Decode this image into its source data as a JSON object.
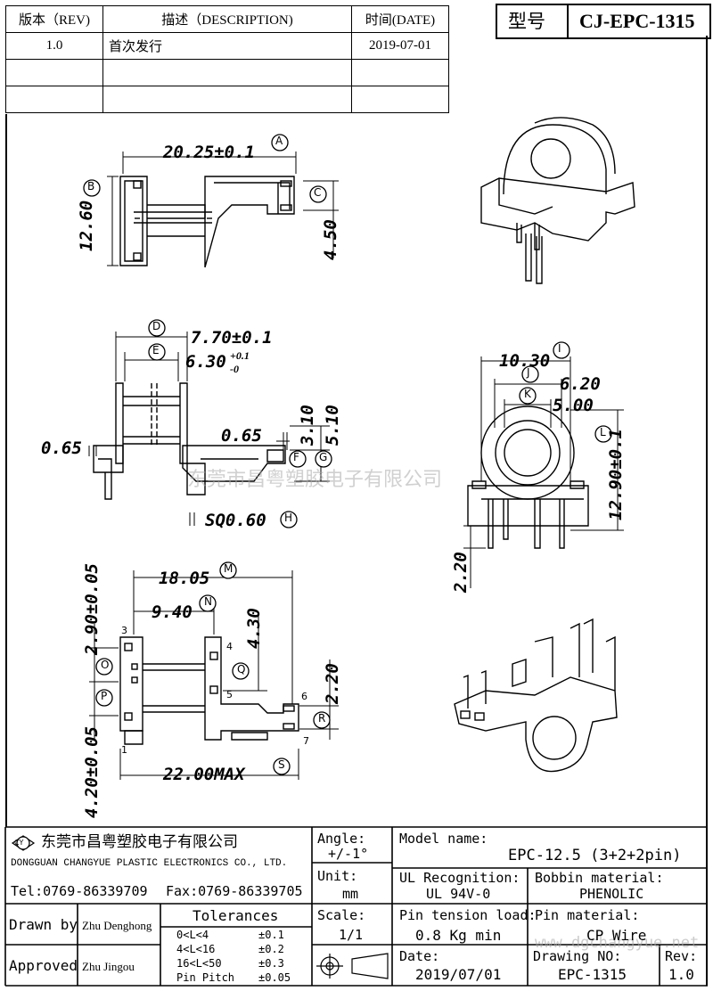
{
  "revision_table": {
    "headers": {
      "rev": "版本（REV)",
      "desc": "描述（DESCRIPTION)",
      "date": "时间(DATE)"
    },
    "rows": [
      {
        "rev": "1.0",
        "desc": "首次发行",
        "date": "2019-07-01"
      },
      {
        "rev": "",
        "desc": "",
        "date": ""
      },
      {
        "rev": "",
        "desc": "",
        "date": ""
      }
    ]
  },
  "model_box": {
    "label": "型号",
    "value": "CJ-EPC-1315"
  },
  "dimensions": {
    "A": "20.25±0.1",
    "A_tag": "A",
    "B_tag": "B",
    "B": "12.60",
    "C_tag": "C",
    "C": "4.50",
    "D": "7.70±0.1",
    "D_tag": "D",
    "E": "6.30",
    "E_tol_up": "+0.1",
    "E_tol_down": "-0",
    "E_tag": "E",
    "F": "0.65",
    "F_tag": "F",
    "G": "3.10",
    "G2": "5.10",
    "G_tag": "G",
    "left_065": "0.65",
    "H": "SQ0.60",
    "H_tag": "H",
    "I": "10.30",
    "I_tag": "I",
    "J": "6.20",
    "J_tag": "J",
    "K": "5.00",
    "K_tag": "K",
    "L": "12.90±0.1",
    "L_tag": "L",
    "pin_220_left": "2.20",
    "M": "18.05",
    "M_tag": "M",
    "N": "9.40",
    "N_tag": "N",
    "top_vert": "2.90±0.05",
    "O_tag": "O",
    "P_tag": "P",
    "bot_vert": "4.20±0.05",
    "Q": "4.30",
    "Q_tag": "Q",
    "R": "2.20",
    "R_tag": "R",
    "S": "22.00MAX",
    "S_tag": "S",
    "pins": [
      "1",
      "3",
      "4",
      "5",
      "6",
      "7"
    ]
  },
  "watermark": "东莞市昌粤塑胶电子有限公司",
  "watermark_url": "www.dgchangyue.net",
  "title_block": {
    "company_cn": "东莞市昌粤塑胶电子有限公司",
    "company_en": "DONGGUAN CHANGYUE PLASTIC ELECTRONICS CO., LTD.",
    "tel": "Tel:0769-86339709",
    "fax": "Fax:0769-86339705",
    "logo_text": "CY",
    "angle_label": "Angle:",
    "angle_value": "+/-1°",
    "unit_label": "Unit:",
    "unit_value": "mm",
    "scale_label": "Scale:",
    "scale_value": "1/1",
    "model_name_label": "Model name:",
    "model_name_value": "EPC-12.5 (3+2+2pin)",
    "ul_label": "UL Recognition:",
    "ul_value": "UL 94V-0",
    "bobbin_label": "Bobbin material:",
    "bobbin_value": "PHENOLIC",
    "pin_tension_label": "Pin tension load:",
    "pin_tension_value": "0.8 Kg min",
    "pin_material_label": "Pin material:",
    "pin_material_value": "CP Wire",
    "date_label": "Date:",
    "date_value": "2019/07/01",
    "drawing_no_label": "Drawing NO:",
    "drawing_no_value": "EPC-1315",
    "rev_label": "Rev:",
    "rev_value": "1.0",
    "drawn_by_label": "Drawn by",
    "drawn_by_value": "Zhu Denghong",
    "approved_label": "Approved",
    "approved_value": "Zhu  Jingou",
    "tolerances_title": "Tolerances",
    "tolerances": [
      {
        "range": "0<L<4",
        "tol": "±0.1"
      },
      {
        "range": "4<L<16",
        "tol": "±0.2"
      },
      {
        "range": "16<L<50",
        "tol": "±0.3"
      },
      {
        "range": "Pin Pitch",
        "tol": "±0.05"
      }
    ]
  }
}
